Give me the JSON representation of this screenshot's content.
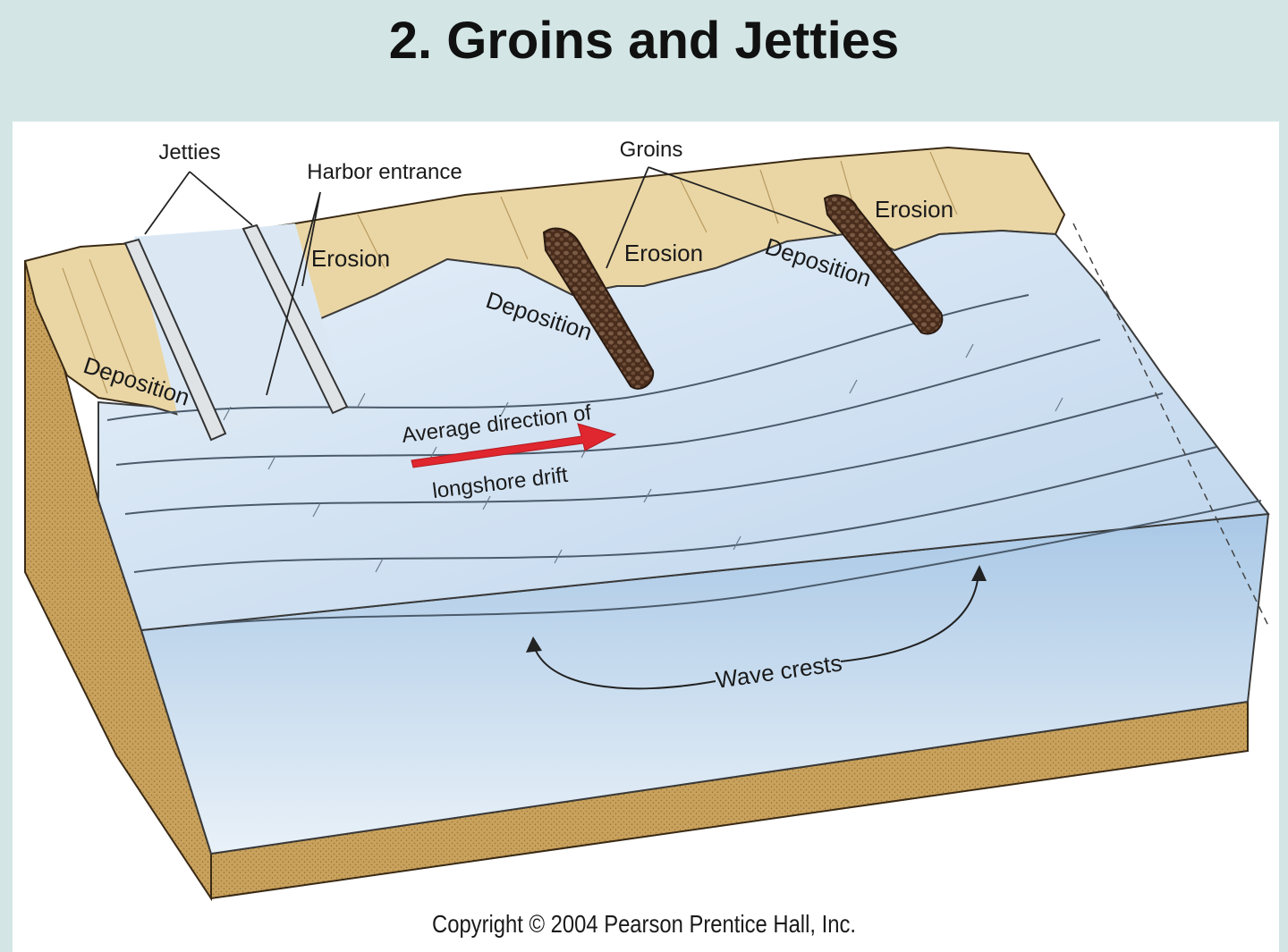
{
  "title": "2. Groins and Jetties",
  "labels": {
    "jetties": "Jetties",
    "harbor_entrance": "Harbor entrance",
    "groins": "Groins",
    "erosion_1": "Erosion",
    "erosion_2": "Erosion",
    "erosion_3": "Erosion",
    "deposition_1": "Deposition",
    "deposition_2": "Deposition",
    "deposition_3": "Deposition",
    "drift_line1": "Average direction of",
    "drift_line2": "longshore drift",
    "wave_crests": "Wave crests"
  },
  "copyright": "Copyright © 2004 Pearson Prentice Hall, Inc.",
  "colors": {
    "background": "#d3e6e5",
    "sand": "#e8d29a",
    "water": "#c9def0",
    "arrow": "#e0262e",
    "groin_rock": "#5a3a26"
  }
}
